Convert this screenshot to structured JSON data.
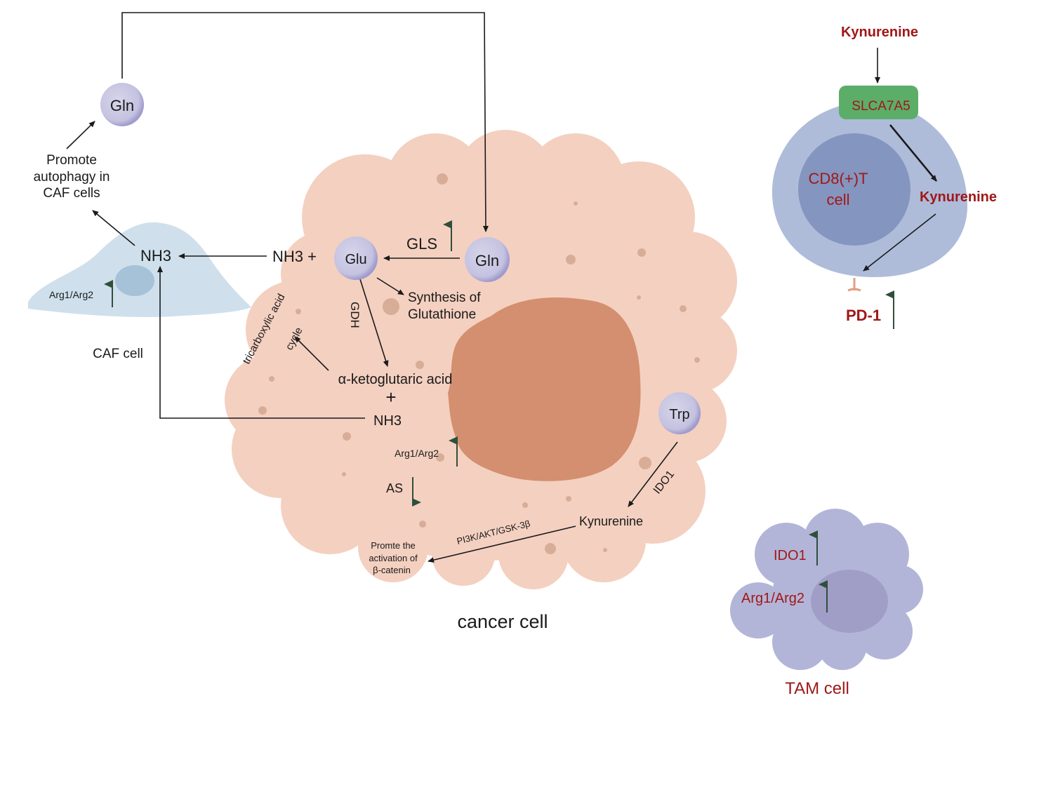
{
  "diagram": {
    "caf": {
      "cell_label": "CAF cell",
      "nh3": "NH3",
      "enzyme": "Arg1/Arg2",
      "promote": [
        "Promote",
        "autophagy in",
        "CAF cells"
      ],
      "gln": "Gln"
    },
    "cancer": {
      "cell_label": "cancer cell",
      "nh3_plus": "NH3 +",
      "glu": "Glu",
      "gln": "Gln",
      "gls": "GLS",
      "synthesis": [
        "Synthesis of",
        "Glutathione"
      ],
      "gdh": "GDH",
      "tca": [
        "tricarboxylic acid",
        "cycle"
      ],
      "akg": "α-ketoglutaric acid",
      "plus": "+",
      "nh3": "NH3",
      "arg": "Arg1/Arg2",
      "as": "AS",
      "trp": "Trp",
      "ido1": "IDO1",
      "kynurenine": "Kynurenine",
      "pathway": "PI3K/AKT/GSK-3β",
      "promote": [
        "Promte the",
        "activation of",
        "β-catenin"
      ]
    },
    "tcell": {
      "kyn_top": "Kynurenine",
      "transporter": "SLCA7A5",
      "cell_label": [
        "CD8(+)T",
        "cell"
      ],
      "kyn_inside": "Kynurenine",
      "pd1": "PD-1"
    },
    "tam": {
      "ido1": "IDO1",
      "arg": "Arg1/Arg2",
      "cell_label": "TAM cell"
    },
    "colors": {
      "cancer_cytoplasm": "#f4d0c0",
      "cancer_nucleus": "#d38f6f",
      "caf_cytoplasm": "#cfe0ec",
      "caf_nucleus": "#a6c2d8",
      "tcell_outer": "#aebcda",
      "tcell_nucleus": "#8495bf",
      "transporter": "#5cad68",
      "tam_cytoplasm": "#b2b5d8",
      "tam_nucleus": "#a09ec6",
      "up_arrow": "#2f4f3a",
      "red_text": "#a01818"
    }
  }
}
